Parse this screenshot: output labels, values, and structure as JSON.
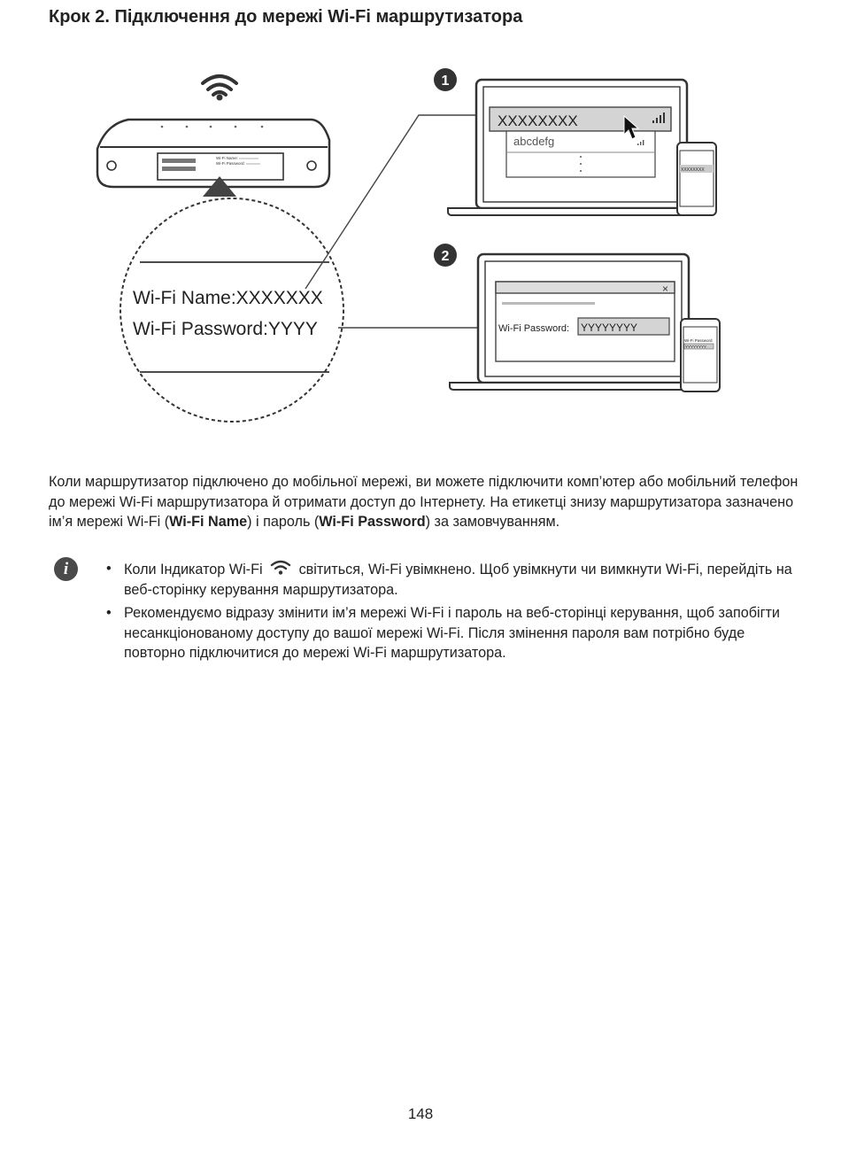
{
  "title": "Крок 2. Підключення до мережі Wi-Fi маршрутизатора",
  "figure": {
    "step1_number": "1",
    "step2_number": "2",
    "router_label_name": "Wi-Fi Name:",
    "router_label_password": "Wi-Fi Password:",
    "zoom_name_label": "Wi-Fi Name:",
    "zoom_name_value": "XXXXXXX",
    "zoom_password_label": "Wi-Fi Password:",
    "zoom_password_value": "YYYY",
    "network_selected": "XXXXXXXX",
    "network_other": "abcdefg",
    "phone1_text": "XXXXXXXX",
    "password_dialog_close": "×",
    "password_dialog_label": "Wi-Fi Password:",
    "password_dialog_value": "YYYYYYYY",
    "phone2_label": "Wi-Fi Password",
    "phone2_value": "YYYYYYYY"
  },
  "intro": {
    "part1": "Коли маршрутизатор підключено до мобільної мережі, ви можете підключити комп’ютер або мобільний телефон до мережі Wi-Fi маршрутизатора й отримати доступ до Інтернету. На етикетці знизу маршрутизатора зазначено ім’я мережі Wi-Fi (",
    "bold1": "Wi-Fi Name",
    "part2": ") і пароль (",
    "bold2": "Wi-Fi Password",
    "part3": ") за замовчуванням."
  },
  "notes": {
    "icon": "info-icon",
    "items": [
      {
        "before_icon": "Коли Індикатор Wi-Fi",
        "after_icon": "світиться, Wi-Fi увімкнено. Щоб увімкнути чи вимкнути Wi-Fi, перейдіть на веб-сторінку керування маршрутизатора."
      },
      {
        "text": "Рекомендуємо відразу змінити ім’я мережі Wi-Fi і пароль на веб-сторінці керування, щоб запобігти несанкціонованому доступу до вашої мережі Wi-Fi. Після змінення пароля вам потрібно буде повторно підключитися до мережі Wi-Fi маршрутизатора."
      }
    ],
    "bullet": "•"
  },
  "page_number": "148"
}
